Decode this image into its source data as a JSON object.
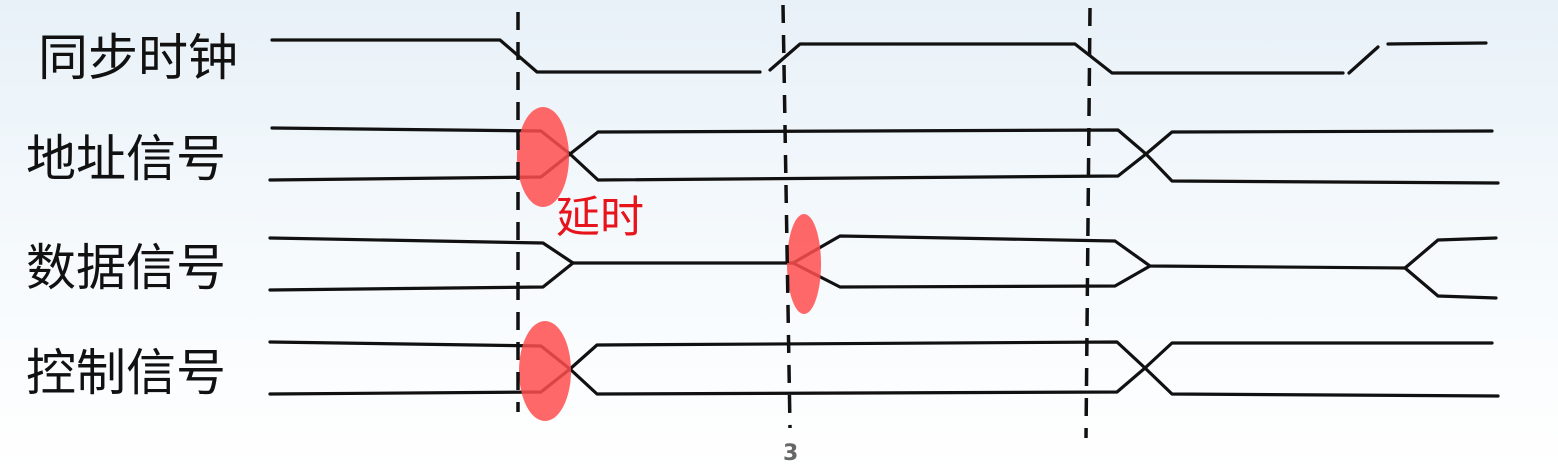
{
  "signals": [
    {
      "label": "同步时钟"
    },
    {
      "label": "地址信号"
    },
    {
      "label": "数据信号"
    },
    {
      "label": "控制信号"
    }
  ],
  "annotation": {
    "delay_label": "延时"
  },
  "page_number": "3",
  "colors": {
    "waveform": "#111111",
    "marker": "#ff4d4d",
    "annotation": "#e8141b"
  }
}
